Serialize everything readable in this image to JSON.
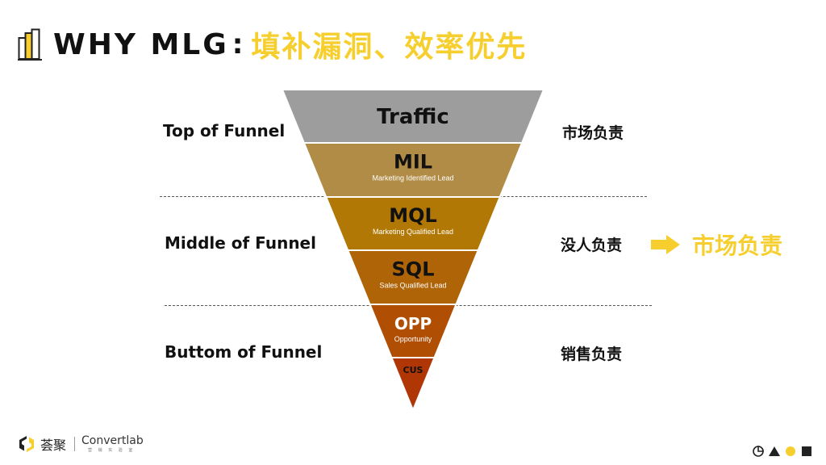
{
  "header": {
    "title_en": "WHY MLG",
    "separator": ":",
    "title_cn": "填补漏洞、效率优先"
  },
  "stages": {
    "top": "Top of Funnel",
    "middle": "Middle of Funnel",
    "bottom": "Buttom of Funnel"
  },
  "owners": {
    "top": "市场负责",
    "middle": "没人负责",
    "bottom": "销售负责"
  },
  "highlight": {
    "label": "市场负责",
    "color": "#f6cf2e"
  },
  "funnel": [
    {
      "name": "Traffic",
      "sub": "",
      "color": "#9d9d9d"
    },
    {
      "name": "MIL",
      "sub": "Marketing Identified Lead",
      "color": "#b18c46"
    },
    {
      "name": "MQL",
      "sub": "Marketing Qualified Lead",
      "color": "#b27805"
    },
    {
      "name": "SQL",
      "sub": "Sales Qualified Lead",
      "color": "#b06408"
    },
    {
      "name": "OPP",
      "sub": "Opportunity",
      "color": "#b04e04"
    },
    {
      "name": "CUS",
      "sub": "",
      "color": "#b13605"
    }
  ],
  "footer": {
    "logo_cn": "荟聚",
    "logo_en": "Convertlab",
    "logo_en_sub": "营 销 实 验 室"
  }
}
